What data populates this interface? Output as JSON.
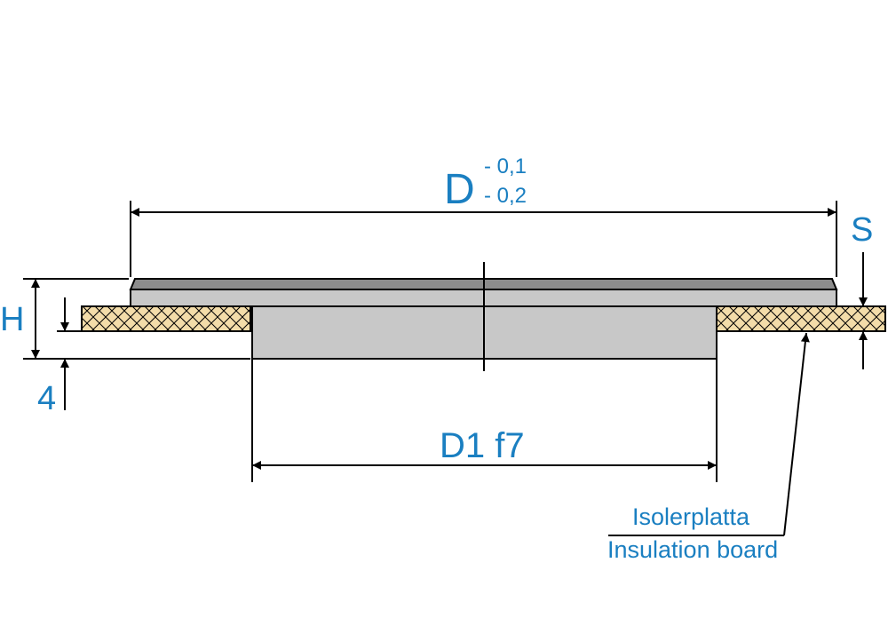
{
  "diagram": {
    "dimensions": {
      "outer_diameter": {
        "symbol": "D",
        "tol_upper": "- 0,1",
        "tol_lower": "- 0,2"
      },
      "inner_diameter": "D1 f7",
      "height": "H",
      "thickness": "S",
      "step": "4"
    },
    "callout": {
      "swedish": "Isolerplatta",
      "english": "Insulation board"
    }
  },
  "colors": {
    "label_blue": "#1a7fc1",
    "line": "#000000",
    "plate_gray": "#c8c8c8",
    "plate_top_gray": "#8c8c8c",
    "insulation_fill": "#f3dca9"
  }
}
